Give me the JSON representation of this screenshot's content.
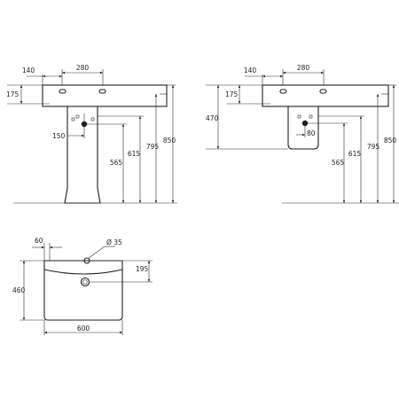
{
  "front_view": {
    "d140": "140",
    "d280": "280",
    "d175": "175",
    "d150": "150",
    "d565": "565",
    "d615": "615",
    "d795": "795",
    "d850": "850"
  },
  "wall_view": {
    "d140": "140",
    "d280": "280",
    "d175": "175",
    "d470": "470",
    "d80": "80",
    "d565": "565",
    "d615": "615",
    "d795": "795",
    "d850": "850"
  },
  "top_view": {
    "d60": "60",
    "d35": "Ø 35",
    "d195": "195",
    "d460": "460",
    "d600": "600"
  },
  "colors": {
    "line": "#1e1e1e",
    "background": "#ffffff"
  }
}
